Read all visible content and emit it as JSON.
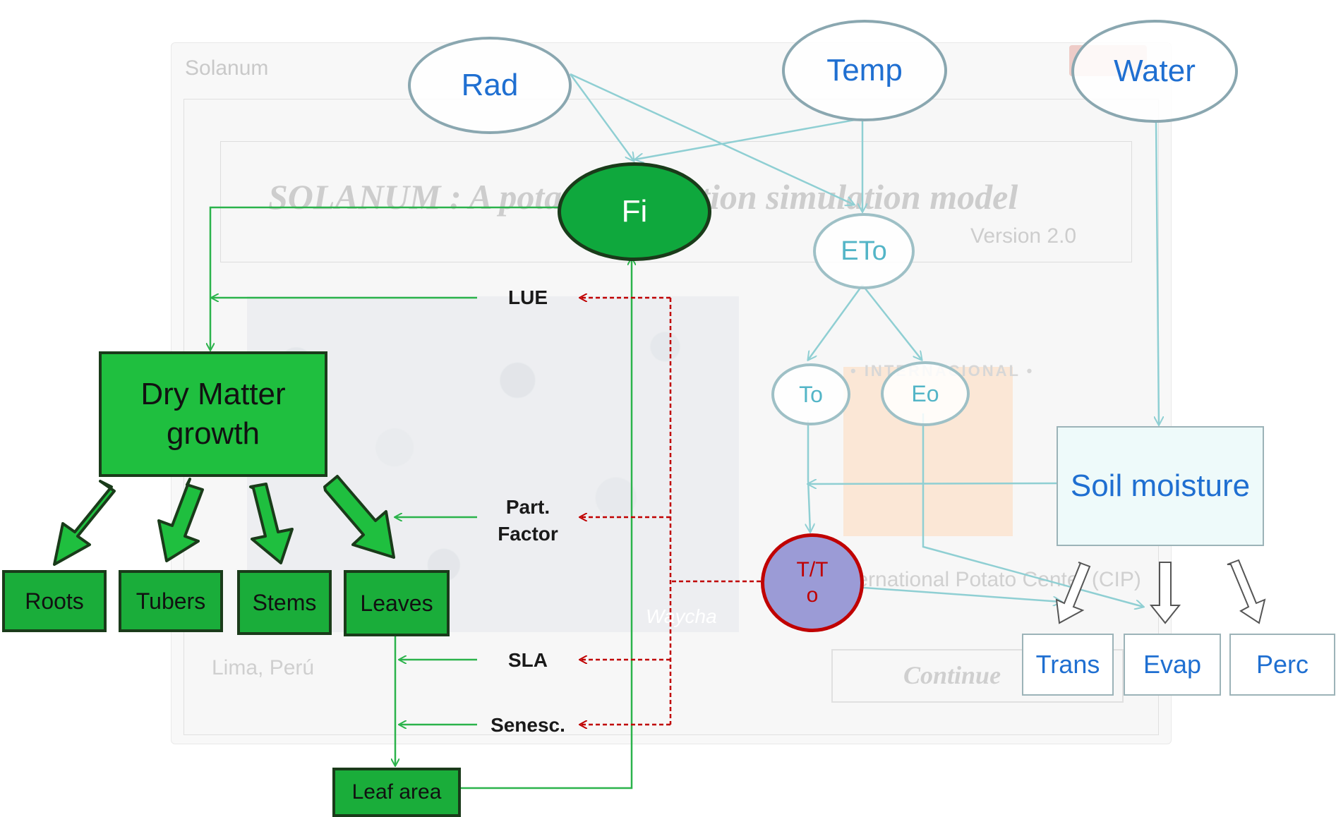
{
  "background": {
    "window_title": "Solanum",
    "subtitle": "SOLANUM : A potato production simulation model",
    "version": "Version 2.0",
    "photo_caption": "Waycha",
    "location": "Lima, Perú",
    "centre": "International Potato Center (CIP)",
    "continue_label": "Continue",
    "logo_text": "• INTERNACIONAL •"
  },
  "inputs": {
    "rad": "Rad",
    "temp": "Temp",
    "water": "Water"
  },
  "fi": "Fi",
  "eto": "ETo",
  "to": "To",
  "eo": "Eo",
  "tt": {
    "line1": "T/T",
    "line2": "o"
  },
  "dry_matter": {
    "line1": "Dry Matter",
    "line2": "growth"
  },
  "organs": {
    "roots": "Roots",
    "tubers": "Tubers",
    "stems": "Stems",
    "leaves": "Leaves"
  },
  "leaf_area": "Leaf area",
  "parameters": {
    "lue": "LUE",
    "part_factor": {
      "line1": "Part.",
      "line2": "Factor"
    },
    "sla": "SLA",
    "senesc": "Senesc."
  },
  "soil_moisture": "Soil moisture",
  "outputs": {
    "trans": "Trans",
    "evap": "Evap",
    "perc": "Perc"
  },
  "colors": {
    "green_flow": "#2bb34b",
    "red_dashed": "#c00000",
    "blue_flow": "#8fcfd3",
    "label_blue": "#1f6fd1"
  }
}
